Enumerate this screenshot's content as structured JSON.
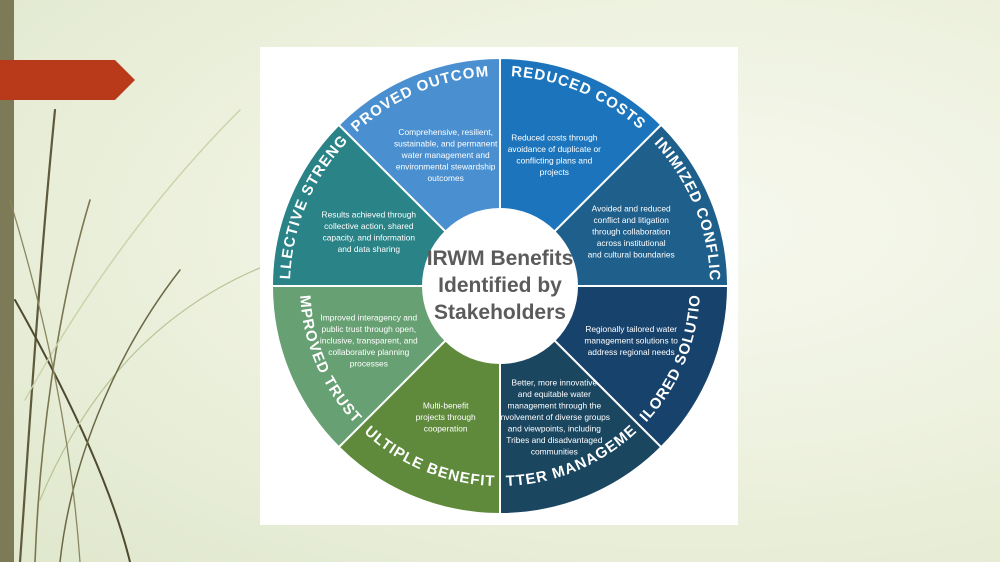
{
  "diagram": {
    "center_lines": [
      "IRWM Benefits",
      "Identified by",
      "Stakeholders"
    ],
    "segments": [
      {
        "id": "reduced-costs",
        "label": "REDUCED COSTS",
        "color": "#1c75bc",
        "desc": [
          "Reduced costs through",
          "avoidance of duplicate or",
          "conflicting plans and",
          "projects"
        ]
      },
      {
        "id": "minimized-conflict",
        "label": "MINIMIZED CONFLICT",
        "color": "#1f5f8b",
        "desc": [
          "Avoided and reduced",
          "conflict and litigation",
          "through collaboration",
          "across institutional",
          "and cultural boundaries"
        ]
      },
      {
        "id": "tailored-solutions",
        "label": "TAILORED SOLUTIONS",
        "color": "#17426b",
        "desc": [
          "Regionally tailored water",
          "management solutions to",
          "address regional needs"
        ]
      },
      {
        "id": "better-management",
        "label": "BETTER MANAGEMENT",
        "color": "#1a4660",
        "desc": [
          "Better, more innovative",
          "and equitable water",
          "management through the",
          "involvement of diverse groups",
          "and viewpoints, including",
          "Tribes and disadvantaged",
          "communities"
        ]
      },
      {
        "id": "multiple-benefits",
        "label": "MULTIPLE BENEFITS",
        "color": "#5f8a3c",
        "desc": [
          "Multi-benefit",
          "projects through",
          "cooperation"
        ]
      },
      {
        "id": "improved-trust",
        "label": "IMPROVED TRUST",
        "color": "#67a073",
        "desc": [
          "Improved interagency and",
          "public trust through open,",
          "inclusive, transparent, and",
          "collaborative planning",
          "processes"
        ]
      },
      {
        "id": "collective-strength",
        "label": "COLLECTIVE STRENGTH",
        "color": "#2a8387",
        "desc": [
          "Results achieved through",
          "collective action, shared",
          "capacity, and information",
          "and data sharing"
        ]
      },
      {
        "id": "improved-outcomes",
        "label": "IMPROVED OUTCOMES",
        "color": "#4a8fcf",
        "desc": [
          "Comprehensive, resilient,",
          "sustainable, and permanent",
          "water management and",
          "environmental stewardship",
          "outcomes"
        ]
      }
    ]
  }
}
